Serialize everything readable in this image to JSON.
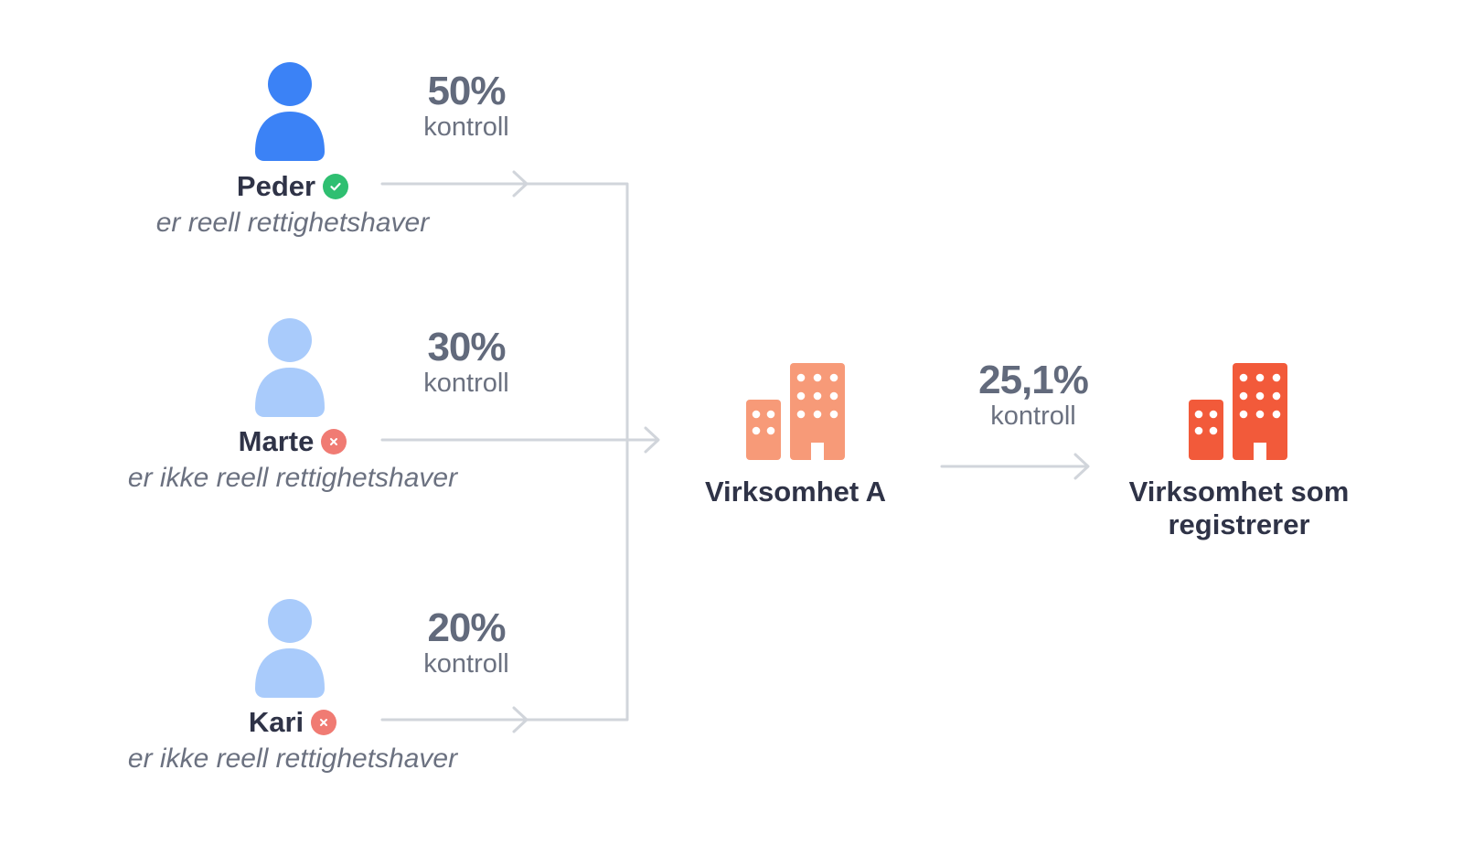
{
  "colors": {
    "person_active": "#3b82f6",
    "person_inactive": "#a9cbfb",
    "badge_yes": "#2fbf71",
    "badge_no": "#f07b73",
    "company_a": "#f79a78",
    "company_registering": "#f25a3a",
    "connector": "#d1d5db",
    "text_dark": "#2f3347",
    "text_muted": "#6b7180"
  },
  "persons": [
    {
      "name": "Peder",
      "status": "check",
      "status_icon": "check-icon",
      "role": "er reell rettighetshaver",
      "percent": "50%",
      "unit": "kontroll"
    },
    {
      "name": "Marte",
      "status": "cross",
      "status_icon": "cross-icon",
      "role": "er ikke reell rettighetshaver",
      "percent": "30%",
      "unit": "kontroll"
    },
    {
      "name": "Kari",
      "status": "cross",
      "status_icon": "cross-icon",
      "role": "er ikke reell rettighetshaver",
      "percent": "20%",
      "unit": "kontroll"
    }
  ],
  "company_a": {
    "name": "Virksomhet A",
    "icon": "building-icon"
  },
  "link": {
    "percent": "25,1%",
    "unit": "kontroll"
  },
  "company_registering": {
    "name": "Virksomhet som registrerer",
    "icon": "building-icon"
  }
}
